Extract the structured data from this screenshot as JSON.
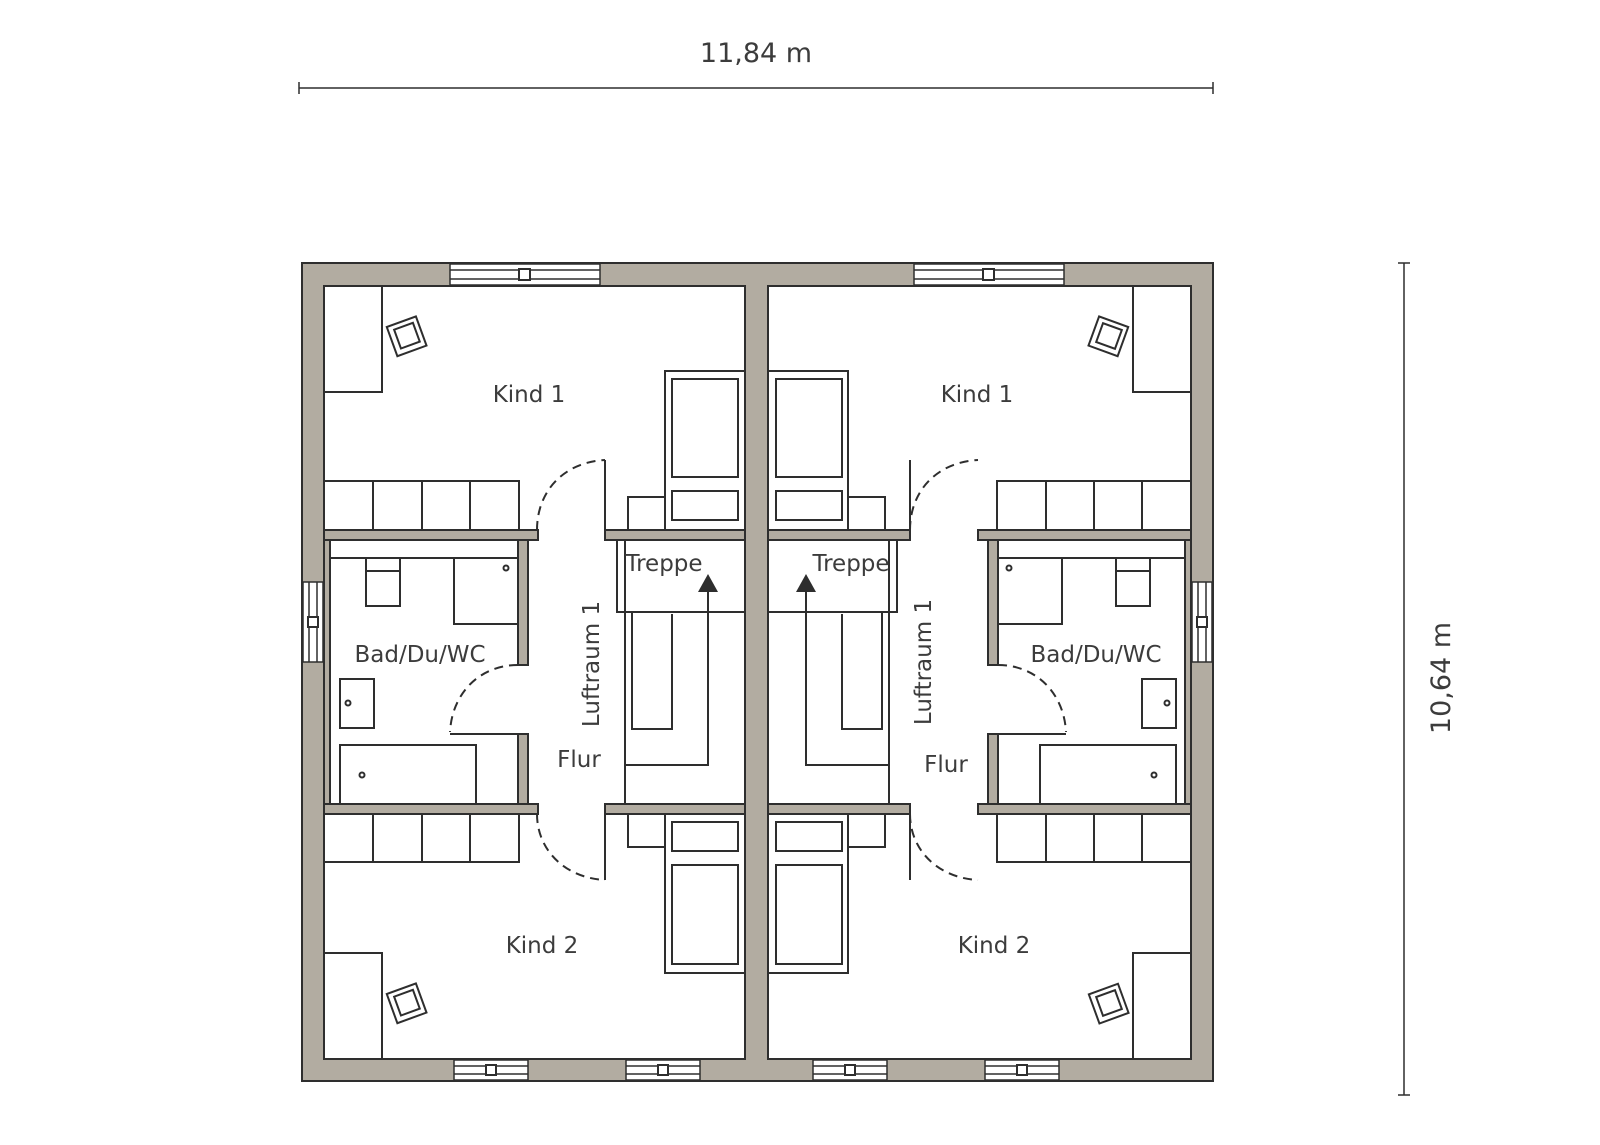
{
  "dimensions": {
    "width_label": "11,84 m",
    "depth_label": "10,64 m"
  },
  "rooms": {
    "kind1": "Kind 1",
    "kind2": "Kind 2",
    "bath": "Bad/Du/WC",
    "stairs": "Treppe",
    "void": "Luftraum 1",
    "hall": "Flur"
  },
  "colors": {
    "wall_fill": "#b2aca1",
    "line": "#2e2e2e",
    "text": "#3c3c3c"
  }
}
